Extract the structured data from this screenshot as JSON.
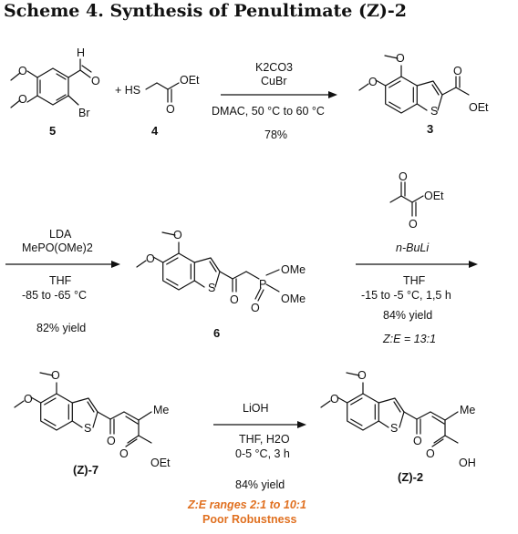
{
  "title": "Scheme 4. Synthesis of Penultimate (Z)-2",
  "atoms": {
    "H": "H",
    "Br": "Br",
    "O": "O",
    "OEt": "OEt",
    "plus_HS": "+ HS",
    "S": "S",
    "P": "P",
    "OMe": "OMe",
    "Me": "Me",
    "OH": "OH"
  },
  "compounds": {
    "c5": "5",
    "c4": "4",
    "c3": "3",
    "c6": "6",
    "z7": "(Z)-7",
    "z2": "(Z)-2"
  },
  "step1": {
    "reagent_a": "K2CO3",
    "reagent_b": "CuBr",
    "conditions": "DMAC, 50 °C to 60 °C",
    "yield": "78%"
  },
  "step2": {
    "reagent_a": "LDA",
    "reagent_b": "MePO(OMe)2",
    "solvent": "THF",
    "temp": "-85 to -65 °C",
    "yield": "82% yield"
  },
  "step3": {
    "base": "n-BuLi",
    "solvent": "THF",
    "temp": "-15 to -5 °C, 1,5 h",
    "yield": "84% yield",
    "ratio": "Z:E = 13:1"
  },
  "step4": {
    "reagent": "LiOH",
    "solvent": "THF, H2O",
    "temp": "0-5 °C, 3 h",
    "yield": "84% yield",
    "note_a": "Z:E ranges 2:1 to 10:1",
    "note_b": "Poor Robustness"
  },
  "colors": {
    "warning": "#e07020",
    "ink": "#111111"
  }
}
